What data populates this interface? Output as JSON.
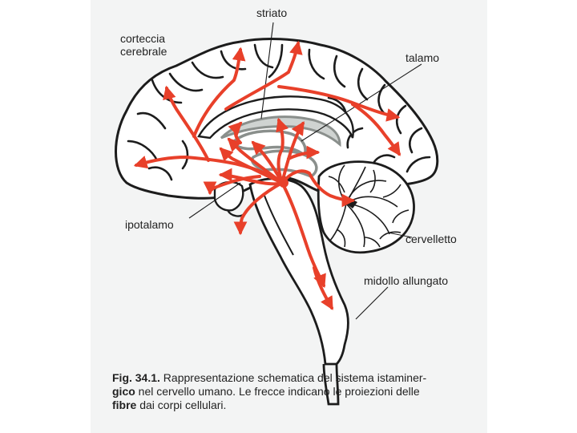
{
  "labels": {
    "striato": "striato",
    "corteccia_1": "corteccia",
    "corteccia_2": "cerebrale",
    "talamo": "talamo",
    "ipotalamo": "ipotalamo",
    "cervelletto": "cervelletto",
    "midollo": "midollo allungato"
  },
  "caption": {
    "fig_label": "Fig. 34.1.",
    "line1_text": " Rappresentazione schematica del sistema istaminer-",
    "line2_bold": "gico",
    "line2_text": " nel cervello umano. Le frecce indicano le proiezioni delle",
    "line3_bold": "fibre",
    "line3_text": " dai corpi cellulari."
  },
  "colors": {
    "arrow": "#e8402a",
    "outline": "#1c1c1c",
    "gray_structures": "#8a8f8c",
    "plate": "#f3f4f4"
  }
}
